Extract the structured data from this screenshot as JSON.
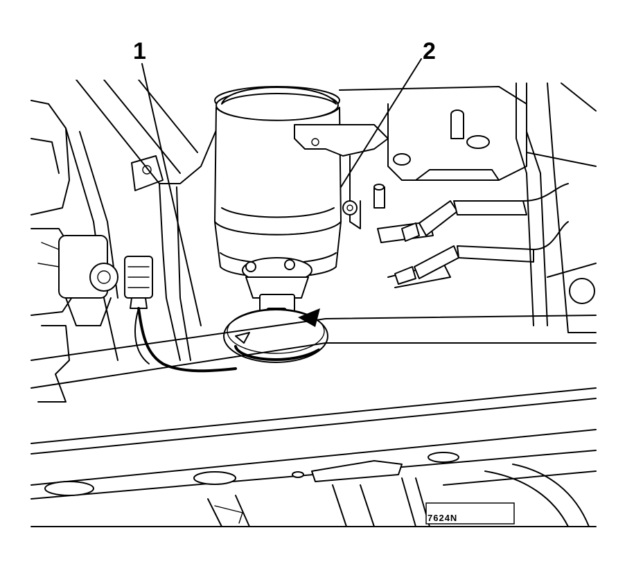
{
  "callouts": [
    {
      "label": "1"
    },
    {
      "label": "2"
    }
  ],
  "image_code": "7624N",
  "colors": {
    "line": "#000000",
    "background": "#ffffff"
  }
}
